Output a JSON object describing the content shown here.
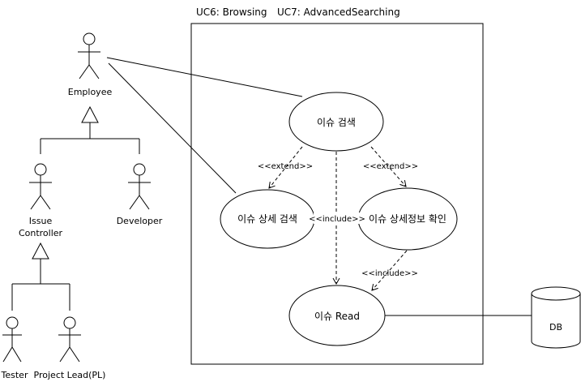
{
  "boundary": {
    "title_uc6": "UC6: Browsing",
    "title_uc7": "UC7: AdvancedSearching"
  },
  "actors": {
    "employee": "Employee",
    "issue_controller_line1": "Issue",
    "issue_controller_line2": "Controller",
    "developer": "Developer",
    "tester": "Tester",
    "project_lead": "Project Lead(PL)"
  },
  "use_cases": {
    "issue_search": "이슈 검색",
    "issue_detail_search": "이슈 상세 검색",
    "issue_detail_check": "이슈 상세정보 확인",
    "issue_read": "이슈 Read"
  },
  "relations": {
    "extend_left": "<<extend>>",
    "extend_right": "<<extend>>",
    "include_center": "<<include>>",
    "include_lower": "<<include>>"
  },
  "database": {
    "label": "DB"
  }
}
